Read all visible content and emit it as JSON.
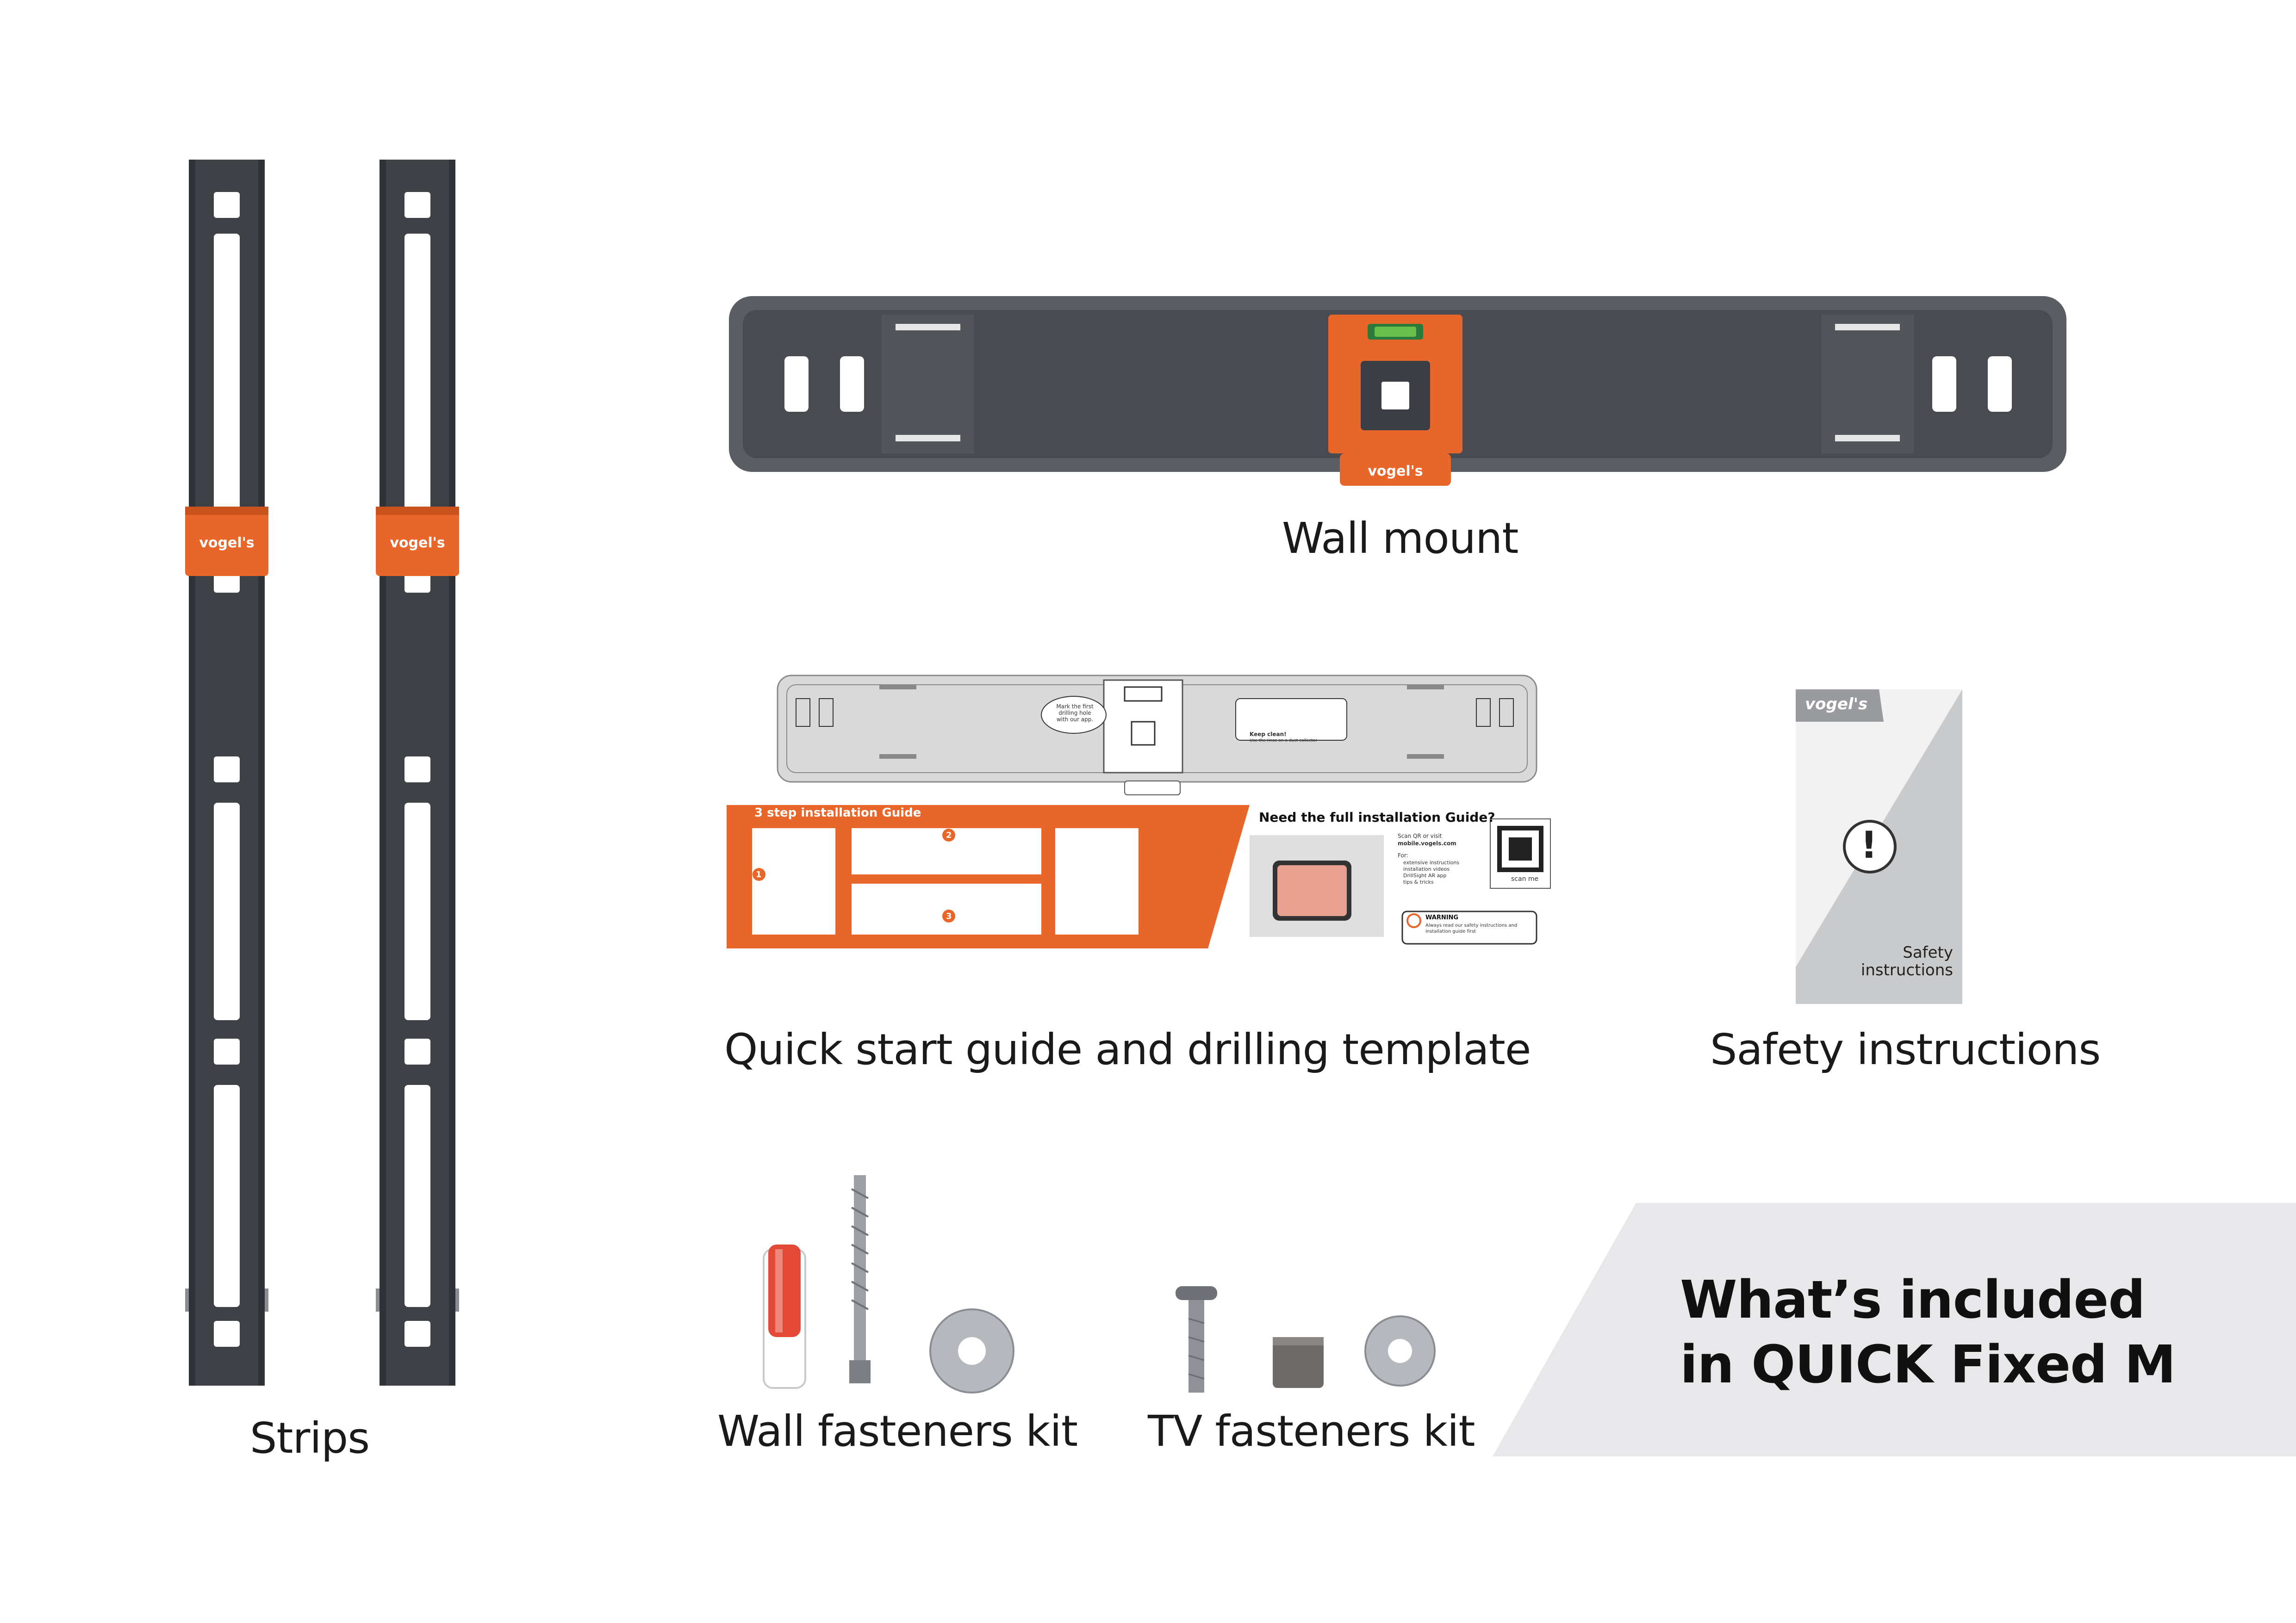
{
  "labels": {
    "strips": "Strips",
    "wall_mount": "Wall mount",
    "quick_start": "Quick start guide and drilling template",
    "safety": "Safety instructions",
    "wall_fasteners": "Wall fasteners kit",
    "tv_fasteners": "TV fasteners kit"
  },
  "banner": {
    "line1": "What’s included",
    "line2": "in QUICK Fixed M"
  },
  "brand": {
    "logo_text": "vogel's"
  },
  "template": {
    "guide_title": "3 step installation Guide",
    "full_guide": "Need the full installation Guide?",
    "mark_note": "Mark the first drilling hole with our app.",
    "keep_clean": "Keep clean!",
    "keep_clean_note": "Use the rinse on a dust collector",
    "scan_me": "scan me",
    "warning": "WARNING",
    "warning_note": "Always read our safety instructions and installation guide first",
    "scan_note": "Scan QR or visit",
    "scan_url": "mobile.vogels.com",
    "for_label": "For:",
    "for_items": [
      "extensive instructions",
      "installation videos",
      "DrillSight AR app",
      "tips & tricks"
    ],
    "steps": [
      "1",
      "2",
      "3"
    ]
  },
  "booklet": {
    "title_line1": "Safety",
    "title_line2": "instructions",
    "icon": "exclamation-icon"
  },
  "colors": {
    "accent_orange": "#E8662A",
    "metal_dark": "#3E4247",
    "banner_grey": "#E8E8EA",
    "booklet_grey": "#C9CACC"
  }
}
